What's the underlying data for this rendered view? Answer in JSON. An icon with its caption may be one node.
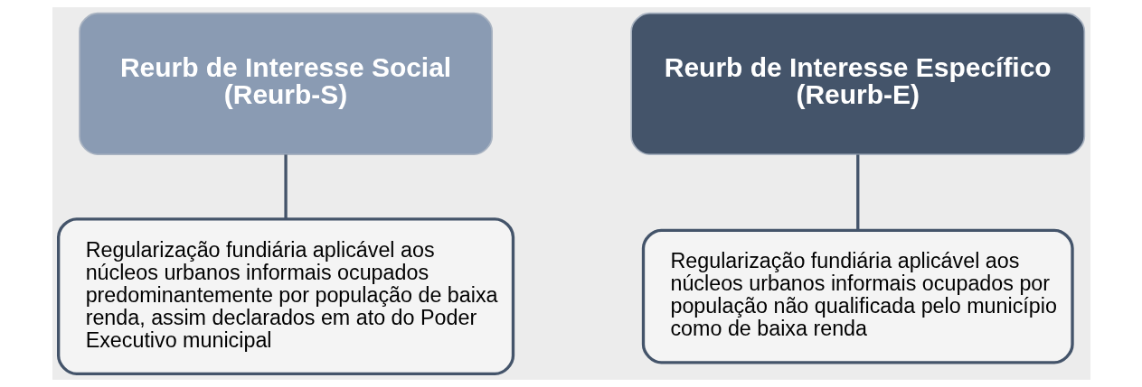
{
  "diagram": {
    "nodes": [
      {
        "text": [
          "Reurb de Interesse Social (Reurb-S)"
        ]
      },
      {
        "text": [
          "Regularização fundiária aplicável aos núcleos urbanos informais ocupados predominantemente por população de baixa renda, assim declarados em ato do Poder Executivo municipal"
        ]
      },
      {
        "text": [
          "Reurb de Interesse Específico (Reurb-E)"
        ]
      },
      {
        "text": [
          "Regularização fundiária aplicável aos núcleos urbanos informais ocupados por população não qualificada pelo município como de baixa renda"
        ]
      }
    ],
    "edges": [
      {
        "from": 0,
        "to": 1,
        "arrow": "none"
      },
      {
        "from": 2,
        "to": 3,
        "arrow": "none"
      }
    ]
  }
}
